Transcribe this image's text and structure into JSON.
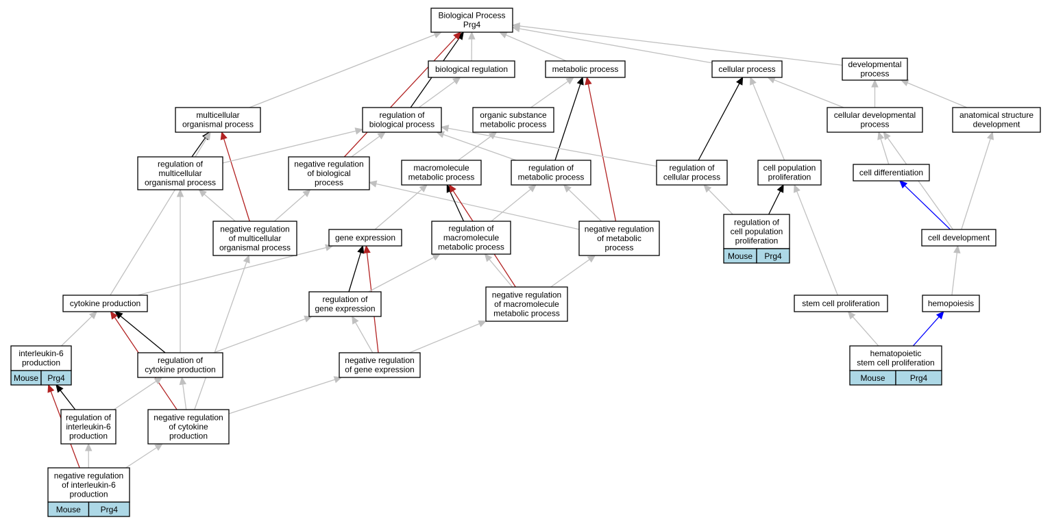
{
  "colors": {
    "is_a": "#c0c0c0",
    "part_of": "#000000",
    "negatively_regulates": "#b22222",
    "blue": "#0000ff",
    "annotation_fill": "#add8e6"
  },
  "nodes": [
    {
      "id": "bp",
      "lines": [
        "Biological Process",
        "Prg4"
      ]
    },
    {
      "id": "bioreg",
      "lines": [
        "biological regulation"
      ]
    },
    {
      "id": "metab",
      "lines": [
        "metabolic process"
      ]
    },
    {
      "id": "cellproc",
      "lines": [
        "cellular process"
      ]
    },
    {
      "id": "devproc",
      "lines": [
        "developmental",
        "process"
      ]
    },
    {
      "id": "multi",
      "lines": [
        "multicellular",
        "organismal process"
      ]
    },
    {
      "id": "regbio",
      "lines": [
        "regulation of",
        "biological process"
      ]
    },
    {
      "id": "orgsub",
      "lines": [
        "organic substance",
        "metabolic process"
      ]
    },
    {
      "id": "celldevproc",
      "lines": [
        "cellular developmental",
        "process"
      ]
    },
    {
      "id": "anatdev",
      "lines": [
        "anatomical structure",
        "development"
      ]
    },
    {
      "id": "regmulti",
      "lines": [
        "regulation of",
        "multicellular",
        "organismal process"
      ]
    },
    {
      "id": "negregbio",
      "lines": [
        "negative regulation",
        "of biological",
        "process"
      ]
    },
    {
      "id": "macro",
      "lines": [
        "macromolecule",
        "metabolic process"
      ]
    },
    {
      "id": "regmetab",
      "lines": [
        "regulation of",
        "metabolic process"
      ]
    },
    {
      "id": "regcell",
      "lines": [
        "regulation of",
        "cellular process"
      ]
    },
    {
      "id": "cellpop",
      "lines": [
        "cell population",
        "proliferation"
      ]
    },
    {
      "id": "celldiff",
      "lines": [
        "cell differentiation"
      ]
    },
    {
      "id": "negregmulti",
      "lines": [
        "negative regulation",
        "of multicellular",
        "organismal process"
      ]
    },
    {
      "id": "geneexp",
      "lines": [
        "gene expression"
      ]
    },
    {
      "id": "regmacro",
      "lines": [
        "regulation of",
        "macromolecule",
        "metabolic process"
      ]
    },
    {
      "id": "negregmetab",
      "lines": [
        "negative regulation",
        "of metabolic",
        "process"
      ]
    },
    {
      "id": "regcellpop",
      "lines": [
        "regulation of",
        "cell population",
        "proliferation"
      ],
      "annotation": [
        "Mouse",
        "Prg4"
      ]
    },
    {
      "id": "celldev",
      "lines": [
        "cell development"
      ]
    },
    {
      "id": "cytoprod",
      "lines": [
        "cytokine production"
      ]
    },
    {
      "id": "reggene",
      "lines": [
        "regulation of",
        "gene expression"
      ]
    },
    {
      "id": "negregmacro",
      "lines": [
        "negative regulation",
        "of macromolecule",
        "metabolic process"
      ]
    },
    {
      "id": "stemprolif",
      "lines": [
        "stem cell proliferation"
      ]
    },
    {
      "id": "hemo",
      "lines": [
        "hemopoiesis"
      ]
    },
    {
      "id": "il6",
      "lines": [
        "interleukin-6",
        "production"
      ],
      "annotation": [
        "Mouse",
        "Prg4"
      ]
    },
    {
      "id": "regcyto",
      "lines": [
        "regulation of",
        "cytokine production"
      ]
    },
    {
      "id": "negreggene",
      "lines": [
        "negative regulation",
        "of gene expression"
      ]
    },
    {
      "id": "hsc",
      "lines": [
        "hematopoietic",
        "stem cell proliferation"
      ],
      "annotation": [
        "Mouse",
        "Prg4"
      ]
    },
    {
      "id": "regil6",
      "lines": [
        "regulation of",
        "interleukin-6",
        "production"
      ]
    },
    {
      "id": "negregcyto",
      "lines": [
        "negative regulation",
        "of cytokine",
        "production"
      ]
    },
    {
      "id": "negregil6",
      "lines": [
        "negative regulation",
        "of interleukin-6",
        "production"
      ],
      "annotation": [
        "Mouse",
        "Prg4"
      ]
    }
  ],
  "edges": [
    {
      "from": "multi",
      "to": "bp",
      "type": "is_a"
    },
    {
      "from": "bioreg",
      "to": "bp",
      "type": "is_a"
    },
    {
      "from": "metab",
      "to": "bp",
      "type": "is_a"
    },
    {
      "from": "cellproc",
      "to": "bp",
      "type": "is_a"
    },
    {
      "from": "devproc",
      "to": "bp",
      "type": "is_a"
    },
    {
      "from": "regbio",
      "to": "bp",
      "type": "part_of"
    },
    {
      "from": "negregbio",
      "to": "bp",
      "type": "negatively_regulates"
    },
    {
      "from": "regbio",
      "to": "bioreg",
      "type": "is_a"
    },
    {
      "from": "orgsub",
      "to": "metab",
      "type": "is_a"
    },
    {
      "from": "regmetab",
      "to": "metab",
      "type": "part_of"
    },
    {
      "from": "negregmetab",
      "to": "metab",
      "type": "negatively_regulates"
    },
    {
      "from": "regcell",
      "to": "cellproc",
      "type": "part_of"
    },
    {
      "from": "cellpop",
      "to": "cellproc",
      "type": "is_a"
    },
    {
      "from": "celldevproc",
      "to": "cellproc",
      "type": "is_a"
    },
    {
      "from": "celldevproc",
      "to": "devproc",
      "type": "is_a"
    },
    {
      "from": "anatdev",
      "to": "devproc",
      "type": "is_a"
    },
    {
      "from": "regmulti",
      "to": "multi",
      "type": "part_of"
    },
    {
      "from": "negregmulti",
      "to": "multi",
      "type": "negatively_regulates"
    },
    {
      "from": "cytoprod",
      "to": "multi",
      "type": "is_a"
    },
    {
      "from": "regmulti",
      "to": "regbio",
      "type": "is_a"
    },
    {
      "from": "negregbio",
      "to": "regbio",
      "type": "is_a"
    },
    {
      "from": "regmetab",
      "to": "regbio",
      "type": "is_a"
    },
    {
      "from": "regcell",
      "to": "regbio",
      "type": "is_a"
    },
    {
      "from": "macro",
      "to": "orgsub",
      "type": "is_a"
    },
    {
      "from": "celldiff",
      "to": "celldevproc",
      "type": "is_a"
    },
    {
      "from": "celldev",
      "to": "celldevproc",
      "type": "is_a"
    },
    {
      "from": "celldev",
      "to": "anatdev",
      "type": "is_a"
    },
    {
      "from": "regcyto",
      "to": "regmulti",
      "type": "is_a"
    },
    {
      "from": "negregmulti",
      "to": "regmulti",
      "type": "is_a"
    },
    {
      "from": "negregmulti",
      "to": "negregbio",
      "type": "is_a"
    },
    {
      "from": "negregmetab",
      "to": "negregbio",
      "type": "is_a"
    },
    {
      "from": "geneexp",
      "to": "macro",
      "type": "is_a"
    },
    {
      "from": "regmacro",
      "to": "macro",
      "type": "part_of"
    },
    {
      "from": "negregmacro",
      "to": "macro",
      "type": "negatively_regulates"
    },
    {
      "from": "regmacro",
      "to": "regmetab",
      "type": "is_a"
    },
    {
      "from": "negregmetab",
      "to": "regmetab",
      "type": "is_a"
    },
    {
      "from": "regcellpop",
      "to": "regcell",
      "type": "is_a"
    },
    {
      "from": "regcellpop",
      "to": "cellpop",
      "type": "part_of"
    },
    {
      "from": "stemprolif",
      "to": "cellpop",
      "type": "is_a"
    },
    {
      "from": "celldev",
      "to": "celldiff",
      "type": "blue"
    },
    {
      "from": "negregcyto",
      "to": "negregmulti",
      "type": "is_a"
    },
    {
      "from": "cytoprod",
      "to": "geneexp",
      "type": "is_a"
    },
    {
      "from": "reggene",
      "to": "geneexp",
      "type": "part_of"
    },
    {
      "from": "negreggene",
      "to": "geneexp",
      "type": "negatively_regulates"
    },
    {
      "from": "reggene",
      "to": "regmacro",
      "type": "is_a"
    },
    {
      "from": "negregmacro",
      "to": "regmacro",
      "type": "is_a"
    },
    {
      "from": "negregmacro",
      "to": "negregmetab",
      "type": "is_a"
    },
    {
      "from": "hemo",
      "to": "celldev",
      "type": "is_a"
    },
    {
      "from": "regcyto",
      "to": "cytoprod",
      "type": "part_of"
    },
    {
      "from": "negregcyto",
      "to": "cytoprod",
      "type": "negatively_regulates"
    },
    {
      "from": "il6",
      "to": "cytoprod",
      "type": "is_a"
    },
    {
      "from": "regcyto",
      "to": "reggene",
      "type": "is_a"
    },
    {
      "from": "negreggene",
      "to": "reggene",
      "type": "is_a"
    },
    {
      "from": "negreggene",
      "to": "negregmacro",
      "type": "is_a"
    },
    {
      "from": "hsc",
      "to": "stemprolif",
      "type": "is_a"
    },
    {
      "from": "hsc",
      "to": "hemo",
      "type": "blue"
    },
    {
      "from": "regil6",
      "to": "il6",
      "type": "part_of"
    },
    {
      "from": "negregil6",
      "to": "il6",
      "type": "negatively_regulates"
    },
    {
      "from": "regil6",
      "to": "regcyto",
      "type": "is_a"
    },
    {
      "from": "negregcyto",
      "to": "regcyto",
      "type": "is_a"
    },
    {
      "from": "negregcyto",
      "to": "negreggene",
      "type": "is_a"
    },
    {
      "from": "negregil6",
      "to": "regil6",
      "type": "is_a"
    },
    {
      "from": "negregil6",
      "to": "negregcyto",
      "type": "is_a"
    }
  ]
}
